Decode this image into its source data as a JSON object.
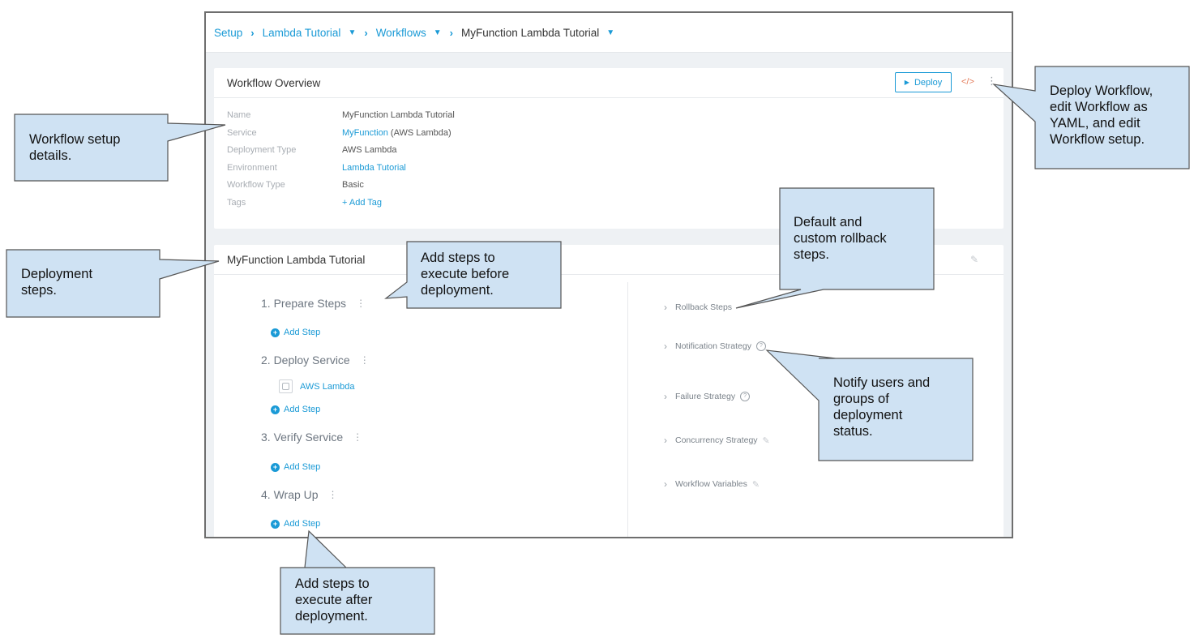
{
  "breadcrumb": {
    "setup": "Setup",
    "app": "Lambda Tutorial",
    "workflows": "Workflows",
    "current": "MyFunction Lambda Tutorial"
  },
  "overview": {
    "title": "Workflow Overview",
    "deploy_label": "Deploy",
    "yaml_icon": "</>",
    "details": {
      "name_label": "Name",
      "name_value": "MyFunction Lambda Tutorial",
      "service_label": "Service",
      "service_link": "MyFunction",
      "service_suffix": " (AWS Lambda)",
      "deployment_type_label": "Deployment Type",
      "deployment_type_value": "AWS Lambda",
      "environment_label": "Environment",
      "environment_value": "Lambda Tutorial",
      "workflow_type_label": "Workflow Type",
      "workflow_type_value": "Basic",
      "tags_label": "Tags",
      "add_tag": "+ Add Tag"
    }
  },
  "workflow": {
    "title": "MyFunction Lambda Tutorial",
    "phases": {
      "prepare": "1. Prepare Steps",
      "deploy": "2. Deploy Service",
      "verify": "3. Verify Service",
      "wrap": "4. Wrap Up"
    },
    "add_step": "Add Step",
    "service_step": "AWS Lambda",
    "right": {
      "rollback": "Rollback Steps",
      "notification": "Notification Strategy",
      "failure": "Failure Strategy",
      "concurrency": "Concurrency Strategy",
      "variables": "Workflow Variables"
    }
  },
  "callouts": {
    "setup_details": [
      "Workflow setup",
      "details."
    ],
    "deployment_steps": [
      "Deployment",
      "steps."
    ],
    "before": [
      "Add steps to",
      "execute before",
      "deployment."
    ],
    "rollback": [
      "Default and",
      "custom rollback",
      "steps."
    ],
    "deploy_edit": [
      "Deploy Workflow,",
      "edit Workflow as",
      "YAML, and edit",
      "Workflow setup."
    ],
    "notify": [
      "Notify users and",
      "groups of",
      "deployment",
      "status."
    ],
    "after": [
      "Add steps to",
      "execute after",
      "deployment."
    ]
  },
  "colors": {
    "accent": "#1a9ad6",
    "callout_fill": "#cfe2f3",
    "yaml_icon": "#e47b5a"
  }
}
